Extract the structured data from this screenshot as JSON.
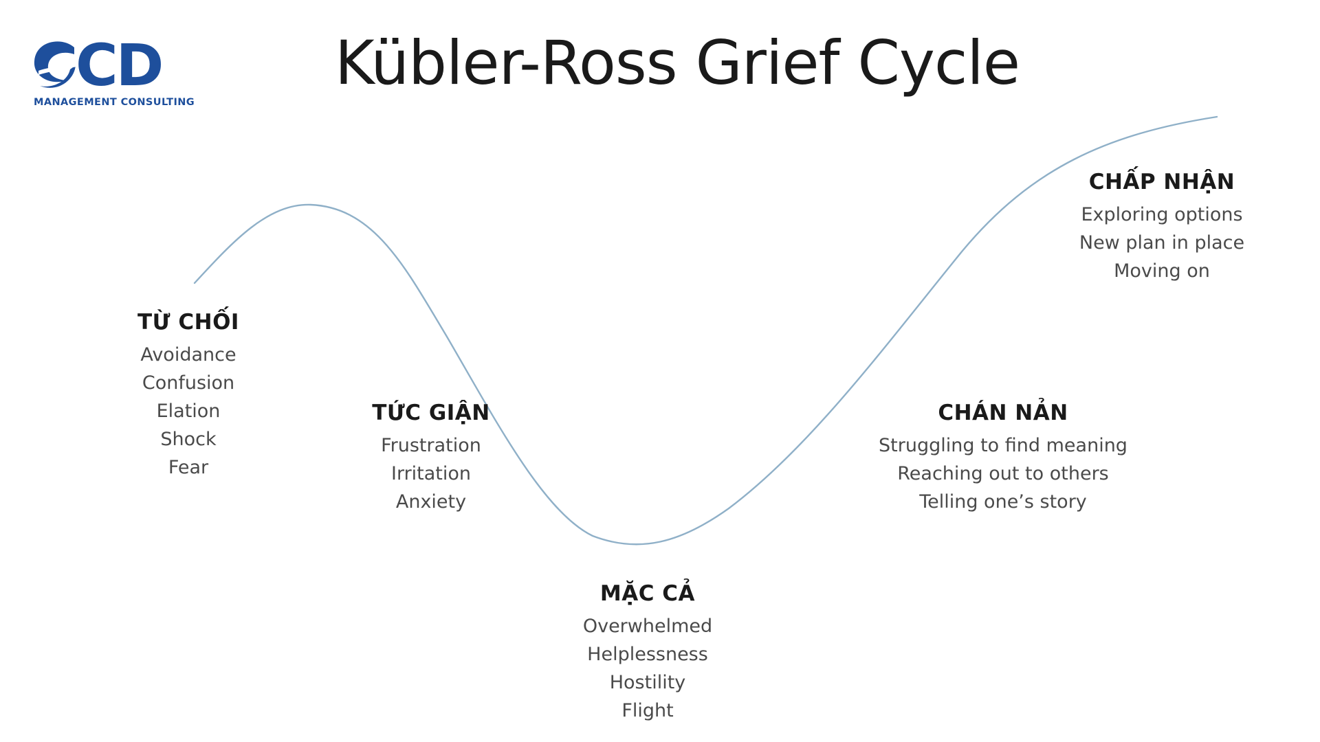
{
  "logo": {
    "wordmark": "CD",
    "tagline": "MANAGEMENT CONSULTING",
    "brand_color": "#1e4f9c"
  },
  "title": "Kübler-Ross Grief Cycle",
  "curve_color": "#8fb0c8",
  "stages": [
    {
      "id": "tu-choi",
      "name": "TỪ CHỐI",
      "items": [
        "Avoidance",
        "Confusion",
        "Elation",
        "Shock",
        "Fear"
      ]
    },
    {
      "id": "tuc-gian",
      "name": "TỨC GIẬN",
      "items": [
        "Frustration",
        "Irritation",
        "Anxiety"
      ]
    },
    {
      "id": "mac-ca",
      "name": "MẶC CẢ",
      "items": [
        "Overwhelmed",
        "Helplessness",
        "Hostility",
        "Flight"
      ]
    },
    {
      "id": "chan-nan",
      "name": "CHÁN NẢN",
      "items": [
        "Struggling to find meaning",
        "Reaching out to others",
        "Telling one’s story"
      ]
    },
    {
      "id": "chap-nhan",
      "name": "CHẤP NHẬN",
      "items": [
        "Exploring options",
        "New plan in place",
        "Moving on"
      ]
    }
  ]
}
